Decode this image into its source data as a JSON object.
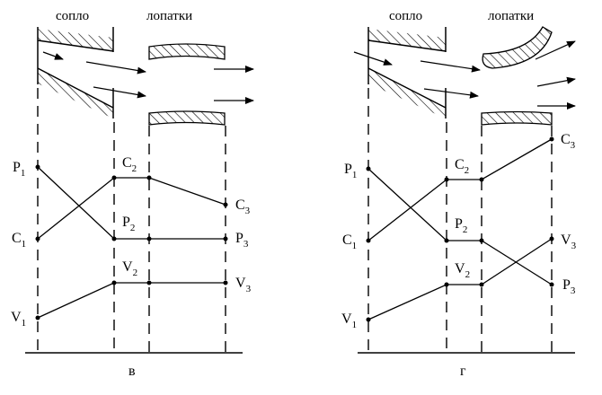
{
  "panels": [
    {
      "id": "v",
      "caption": "в",
      "nozzle_header": "сопло",
      "blades_header": "лопатки",
      "labels": {
        "p1": {
          "letter": "P",
          "sub": "1"
        },
        "c1": {
          "letter": "C",
          "sub": "1"
        },
        "v1": {
          "letter": "V",
          "sub": "1"
        },
        "c2": {
          "letter": "C",
          "sub": "2"
        },
        "p2": {
          "letter": "P",
          "sub": "2"
        },
        "v2": {
          "letter": "V",
          "sub": "2"
        },
        "c3": {
          "letter": "C",
          "sub": "3"
        },
        "p3": {
          "letter": "P",
          "sub": "3"
        },
        "v3": {
          "letter": "V",
          "sub": "3"
        }
      }
    },
    {
      "id": "g",
      "caption": "г",
      "nozzle_header": "сопло",
      "blades_header": "лопатки",
      "labels": {
        "p1": {
          "letter": "P",
          "sub": "1"
        },
        "c1": {
          "letter": "C",
          "sub": "1"
        },
        "v1": {
          "letter": "V",
          "sub": "1"
        },
        "c2": {
          "letter": "C",
          "sub": "2"
        },
        "p2": {
          "letter": "P",
          "sub": "2"
        },
        "v2": {
          "letter": "V",
          "sub": "2"
        },
        "c3": {
          "letter": "C",
          "sub": "3"
        },
        "v3": {
          "letter": "V",
          "sub": "3"
        },
        "p3": {
          "letter": "P",
          "sub": "3"
        }
      }
    }
  ]
}
